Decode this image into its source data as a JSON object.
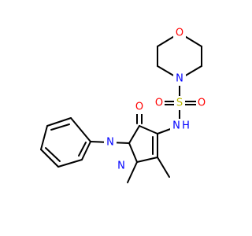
{
  "molecule": {
    "colors": {
      "bond": "#000000",
      "oxygen": "#ff0000",
      "nitrogen": "#0000ff",
      "sulfur": "#b8b800",
      "background": "#ffffff"
    },
    "atoms": {
      "morpholine_oxygen": "O",
      "morpholine_nitrogen": "N",
      "sulfur": "S",
      "sulfonyl_oxygen_left": "O",
      "sulfonyl_oxygen_right": "O",
      "amide_nitrogen": "N",
      "amide_hydrogen": "H",
      "carbonyl_oxygen": "O",
      "ring_nitrogen_phenyl": "N",
      "ring_nitrogen_methyl": "N"
    }
  }
}
